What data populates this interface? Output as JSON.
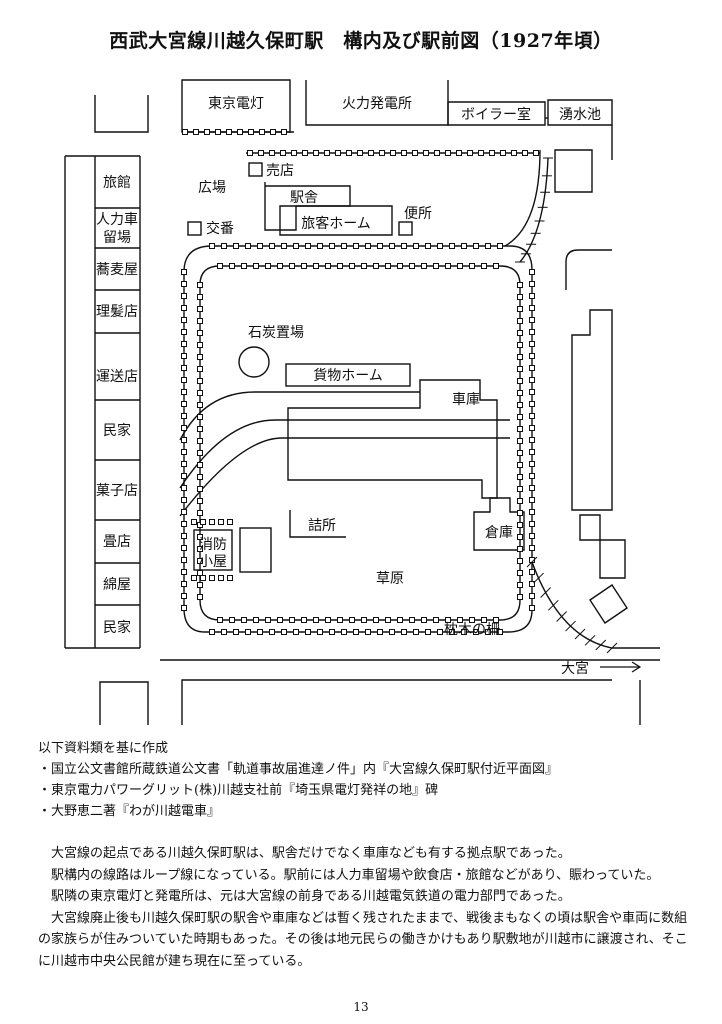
{
  "title": "西武大宮線川越久保町駅　構内及び駅前図（1927年頃）",
  "map": {
    "labels": {
      "tokyo_dento": "東京電灯",
      "karyoku": "火力発電所",
      "boiler": "ボイラー室",
      "yusui": "湧水池",
      "baiten": "売店",
      "hiroba": "広場",
      "ekisha": "駅舎",
      "ryokaku_home": "旅客ホーム",
      "benjo": "便所",
      "koban": "交番",
      "sekitan": "石炭置場",
      "kamotsu_home": "貨物ホーム",
      "shako": "車庫",
      "tsumesho": "詰所",
      "soko": "倉庫",
      "shobo": "消防",
      "koya": "小屋",
      "sohara": "草原",
      "makuragi": "枕木の柵",
      "omiya": "大宮"
    },
    "shops": [
      {
        "lines": [
          "旅館"
        ]
      },
      {
        "lines": [
          "人力車",
          "留場"
        ]
      },
      {
        "lines": [
          "蕎麦屋"
        ]
      },
      {
        "lines": [
          "理髪店"
        ]
      },
      {
        "lines": [
          "運送店"
        ]
      },
      {
        "lines": [
          "民家"
        ]
      },
      {
        "lines": [
          "菓子店"
        ]
      },
      {
        "lines": [
          "畳店"
        ]
      },
      {
        "lines": [
          "綿屋"
        ]
      },
      {
        "lines": [
          "民家"
        ]
      }
    ]
  },
  "sources": {
    "heading": "以下資料類を基に作成",
    "items": [
      "・国立公文書館所蔵鉄道公文書「軌道事故届進達ノ件」内『大宮線久保町駅付近平面図』",
      "・東京電力パワーグリット(株)川越支社前『埼玉県電灯発祥の地』碑",
      "・大野恵二著『わが川越電車』"
    ]
  },
  "body": {
    "paragraphs": [
      "大宮線の起点である川越久保町駅は、駅舎だけでなく車庫なども有する拠点駅であった。",
      "駅構内の線路はループ線になっている。駅前には人力車留場や飲食店・旅館などがあり、賑わっていた。",
      "駅隣の東京電灯と発電所は、元は大宮線の前身である川越電気鉄道の電力部門であった。",
      "大宮線廃止後も川越久保町駅の駅舎や車庫などは暫く残されたままで、戦後まもなくの頃は駅舎や車両に数組の家族らが住みついていた時期もあった。その後は地元民らの働きかけもあり駅敷地が川越市に譲渡され、そこに川越市中央公民館が建ち現在に至っている。"
    ]
  },
  "page_number": "13"
}
